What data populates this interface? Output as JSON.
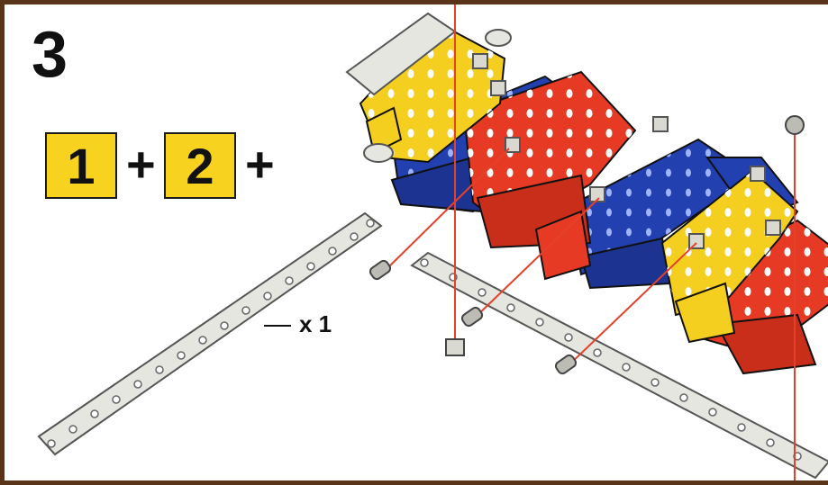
{
  "step": {
    "number": "3"
  },
  "formula": {
    "parts": [
      "1",
      "2"
    ],
    "operator": "+",
    "box_color": "#f7d21e"
  },
  "quantity": {
    "label": "x 1"
  },
  "palette": {
    "frame": "#5a3418",
    "yellow": "#f4cf1f",
    "red": "#e63a24",
    "blue": "#2340b0",
    "metal": "#e6e6e0",
    "guide_line": "#e4412b"
  }
}
